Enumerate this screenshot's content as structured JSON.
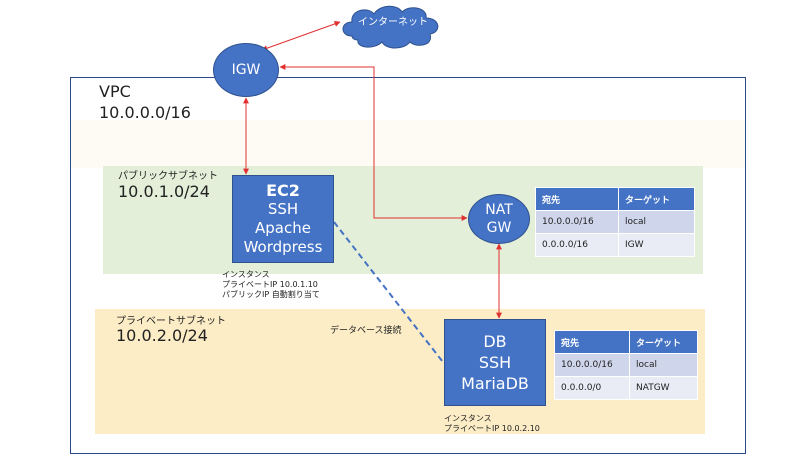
{
  "cloud": {
    "label": "インターネット"
  },
  "igw": {
    "label": "IGW"
  },
  "vpc": {
    "label": "VPC",
    "cidr": "10.0.0.0/16"
  },
  "public_subnet": {
    "label": "パブリックサブネット",
    "cidr": "10.0.1.0/24"
  },
  "private_subnet": {
    "label": "プライベートサブネット",
    "cidr": "10.0.2.0/24"
  },
  "ec2": {
    "title": "EC2",
    "lines": [
      "SSH",
      "Apache",
      "Wordpress"
    ],
    "note": [
      "インスタンス",
      "プライベートIP 10.0.1.10",
      "パブリックIP 自動割り当て"
    ]
  },
  "nat": {
    "line1": "NAT",
    "line2": "GW"
  },
  "db": {
    "lines": [
      "DB",
      "SSH",
      "MariaDB"
    ],
    "note": [
      "インスタンス",
      "プライベートIP 10.0.2.10"
    ]
  },
  "db_connection": {
    "label": "データベース接続"
  },
  "public_route_table": {
    "headers": [
      "宛先",
      "ターゲット"
    ],
    "rows": [
      [
        "10.0.0.0/16",
        "local"
      ],
      [
        "0.0.0.0/16",
        "IGW"
      ]
    ]
  },
  "private_route_table": {
    "headers": [
      "宛先",
      "ターゲット"
    ],
    "rows": [
      [
        "10.0.0.0/16",
        "local"
      ],
      [
        "0.0.0.0/0",
        "NATGW"
      ]
    ]
  },
  "colors": {
    "node_fill": "#4472c4",
    "arrow": "#e03030",
    "connection": "#4472c4",
    "public_subnet": "#e3efd9",
    "private_subnet": "#fcedc7"
  }
}
